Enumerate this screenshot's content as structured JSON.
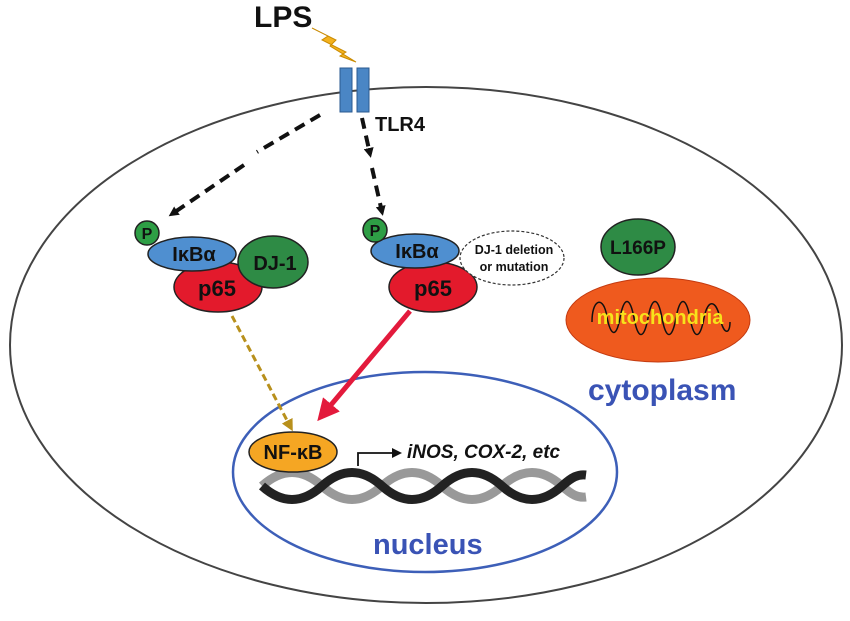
{
  "labels": {
    "lps": "LPS",
    "tlr4": "TLR4",
    "cytoplasm": "cytoplasm",
    "nucleus": "nucleus",
    "mitochondria": "mitochondria",
    "l166p": "L166P",
    "nfkb": "NF-κB",
    "genes": "iNOS, COX-2, etc"
  },
  "complex_left": {
    "p": "P",
    "ikba": "IκBα",
    "dj1": "DJ-1",
    "p65": "p65"
  },
  "complex_right": {
    "p": "P",
    "ikba": "IκBα",
    "p65": "p65",
    "dj1_note_line1": "DJ-1 deletion",
    "dj1_note_line2": "or mutation"
  },
  "colors": {
    "membrane_blue": "#4a86c5",
    "nucleus_blue": "#3d5fb8",
    "label_blue": "#3a53b5",
    "phospho_green": "#2e9e45",
    "dj1_green": "#2e8b45",
    "ikba_blue": "#4f8fd0",
    "p65_red": "#e31a2c",
    "nfkb_orange": "#f5a623",
    "mito_orange": "#ef5a1e",
    "mito_text": "#f7e21b",
    "lightning": "#f4b21e",
    "red_arrow": "#e31a3c",
    "gold_arrow": "#b8901c"
  }
}
